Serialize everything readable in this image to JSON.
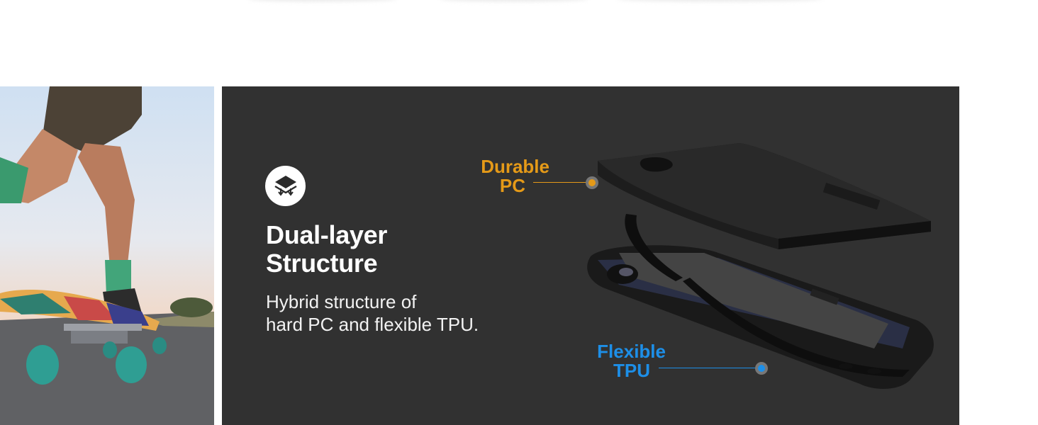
{
  "feature": {
    "icon": "layers-icon",
    "title_line1": "Dual-layer",
    "title_line2": "Structure",
    "desc_line1": "Hybrid structure of",
    "desc_line2": "hard PC and flexible TPU."
  },
  "callouts": {
    "pc": {
      "line1": "Durable",
      "line2": "PC",
      "color": "#e59a18"
    },
    "tpu": {
      "line1": "Flexible",
      "line2": "TPU",
      "color": "#1d8fe8"
    }
  },
  "colors": {
    "panel_bg": "#313131",
    "page_bg": "#ffffff"
  }
}
